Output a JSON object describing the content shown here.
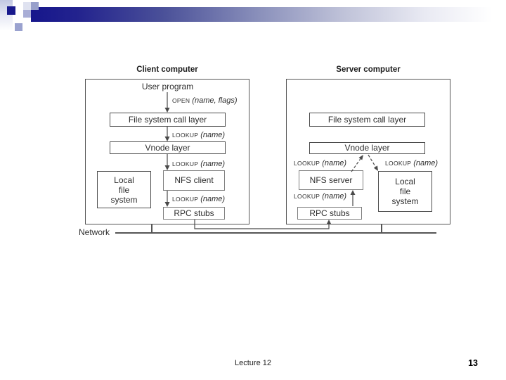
{
  "decoration": {
    "accent_navy": "#17178c",
    "accent_lavender": "#a9aed6",
    "accent_light": "#dfe2f0"
  },
  "figure": {
    "client": {
      "title": "Client computer",
      "user_program": "User program",
      "file_system_call_layer": "File system call layer",
      "vnode_layer": "Vnode layer",
      "nfs_client": "NFS client",
      "local_file_system": [
        "Local",
        "file",
        "system"
      ],
      "rpc_stubs": "RPC stubs",
      "open_call": {
        "op": "OPEN",
        "args": "(name, flags)"
      },
      "lookup_call": {
        "op": "LOOKUP",
        "args": "(name)"
      }
    },
    "server": {
      "title": "Server computer",
      "file_system_call_layer": "File system call layer",
      "vnode_layer": "Vnode layer",
      "nfs_server": "NFS server",
      "local_file_system": [
        "Local",
        "file",
        "system"
      ],
      "rpc_stubs": "RPC stubs",
      "lookup_call": {
        "op": "LOOKUP",
        "args": "(name)"
      }
    },
    "network_label": "Network"
  },
  "footer": {
    "lecture": "Lecture 12",
    "page_number": "13"
  }
}
